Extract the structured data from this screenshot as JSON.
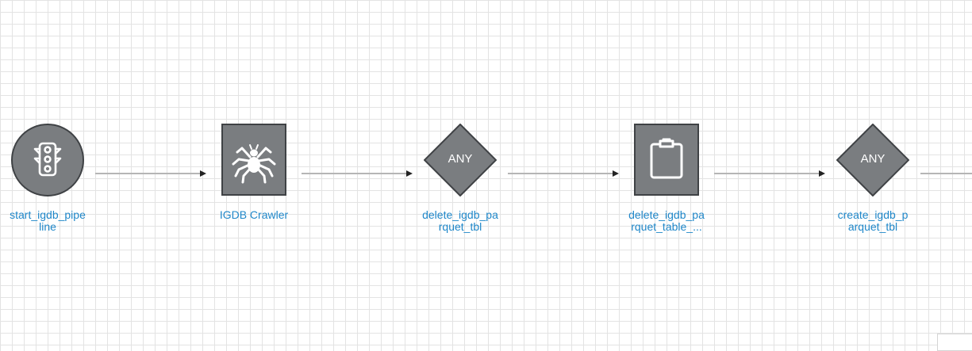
{
  "workflow": {
    "nodes": [
      {
        "id": "start",
        "label_lines": [
          "start_igdb_pipe",
          "line"
        ],
        "kind": "start",
        "icon": "traffic-light-icon"
      },
      {
        "id": "crawler",
        "label_lines": [
          "IGDB Crawler"
        ],
        "kind": "task",
        "icon": "spider-icon"
      },
      {
        "id": "delete-tbl",
        "label_lines": [
          "delete_igdb_pa",
          "rquet_tbl"
        ],
        "kind": "gateway",
        "gateway_text": "ANY"
      },
      {
        "id": "delete-table",
        "label_lines": [
          "delete_igdb_pa",
          "rquet_table_..."
        ],
        "kind": "task",
        "icon": "clipboard-icon"
      },
      {
        "id": "create-tbl",
        "label_lines": [
          "create_igdb_p",
          "arquet_tbl"
        ],
        "kind": "gateway",
        "gateway_text": "ANY"
      }
    ]
  },
  "colors": {
    "node_fill": "#7a7d80",
    "node_border": "#3f4245",
    "edge": "#b5b5b5",
    "arrow": "#222222",
    "label": "#1f87c9",
    "grid": "#e3e3e3"
  }
}
